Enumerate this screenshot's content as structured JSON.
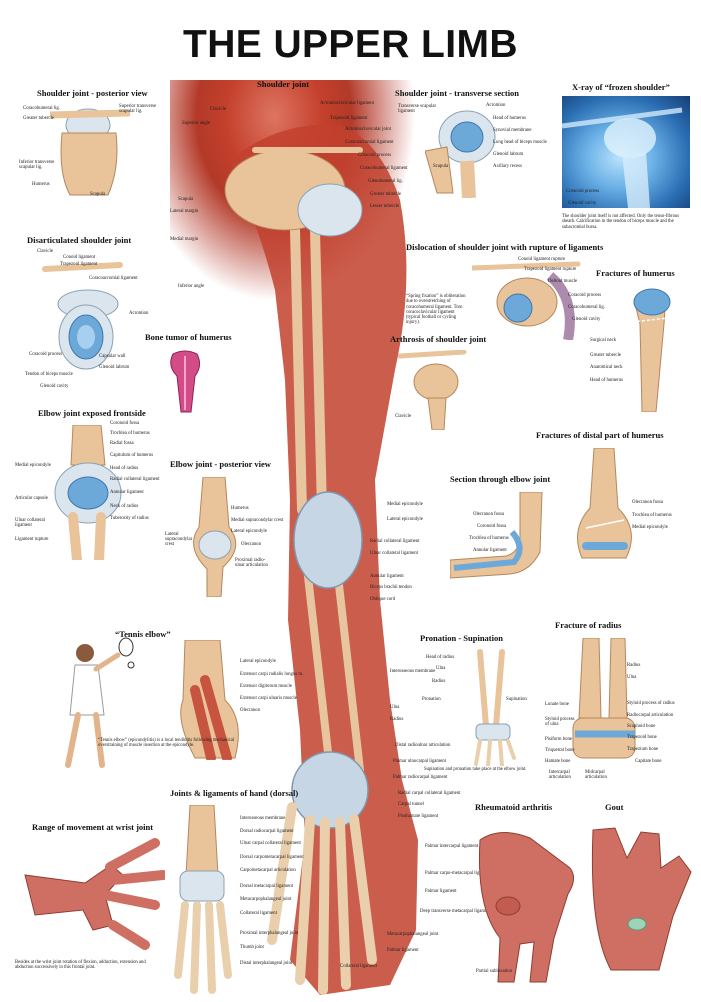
{
  "title": "THE UPPER LIMB",
  "colors": {
    "muscle": "#bf3b2b",
    "bone": "#e9c39a",
    "ligament": "#9bb8cf",
    "cartilage": "#6ca9d9",
    "skin": "#cf6f63"
  },
  "sections": {
    "shoulder_posterior": {
      "title": "Shoulder joint - posterior view",
      "labels": [
        "Coracohumeral lig.",
        "Greater tubercle",
        "Superior transverse scapular lig.",
        "Inferior transverse scapular lig.",
        "Humerus",
        "Scapula"
      ]
    },
    "shoulder_joint": {
      "title": "Shoulder joint",
      "labels": [
        "Clavicle",
        "Superior angle",
        "Acromioclavicular ligament",
        "Trapezoid ligament",
        "Acromioclavicular joint",
        "Coracoacromial ligament",
        "Coracoid process",
        "Coracohumeral ligament",
        "Glenohumeral lig.",
        "Greater tubercle",
        "Lesser tubercle",
        "Scapula",
        "Lateral margin",
        "Medial margin",
        "Inferior angle"
      ]
    },
    "transverse_section": {
      "title": "Shoulder joint - transverse section",
      "labels": [
        "Transverse scapular ligament",
        "Acromion",
        "Head of humerus",
        "Synovial membrane",
        "Long head of biceps muscle",
        "Glenoid labrum",
        "Scapula",
        "Axillary recess"
      ]
    },
    "xray": {
      "title": "X-ray of “frozen shoulder”",
      "labels": [
        "Coracoid process",
        "Glenoid cavity"
      ],
      "note": "The shoulder joint itself is not affected. Only the tenso-fibrous sheath. Calcification in the tendon of biceps muscle and the subacromial bursa."
    },
    "disarticulated": {
      "title": "Disarticulated shoulder joint",
      "labels": [
        "Clavicle",
        "Conoid ligament",
        "Trapezoid ligament",
        "Coracoacromial ligament",
        "Acromion",
        "Coracoid process",
        "Capsular wall",
        "Glenoid labrum",
        "Tendon of biceps muscle",
        "Glenoid cavity"
      ]
    },
    "dislocation": {
      "title": "Dislocation of shoulder joint with rupture of ligaments",
      "labels": [
        "Conoid ligament rupture",
        "Trapezoid ligament rupture",
        "Deltoid muscle",
        "Coracoid process",
        "Coracohumeral lig.",
        "Glenoid cavity"
      ],
      "note": "“Spring fixation” is obliteration due to overstretching of coracohumeral ligament. Torn coracoclavicular ligament (typical football or cycling injury)."
    },
    "fractures_humerus": {
      "title": "Fractures of humerus",
      "labels": [
        "Surgical neck",
        "Greater tubercle",
        "Anatomical neck",
        "Head of humerus"
      ]
    },
    "bone_tumor": {
      "title": "Bone tumor of humerus"
    },
    "arthrosis": {
      "title": "Arthrosis of shoulder joint",
      "labels": [
        "Clavicle"
      ]
    },
    "distal_humerus": {
      "title": "Fractures of distal part of humerus",
      "labels": [
        "Olecranon fossa",
        "Trochlea of humerus",
        "Medial epicondyle"
      ]
    },
    "elbow_front": {
      "title": "Elbow joint exposed frontside",
      "labels": [
        "Coronoid fossa",
        "Trochlea of humerus",
        "Radial fossa",
        "Capitulum of humerus",
        "Head of radius",
        "Radial collateral ligament",
        "Annular ligament",
        "Neck of radius",
        "Tuberosity of radius",
        "Medial epicondyle",
        "Articular capsule",
        "Ulnar collateral ligament",
        "Ligament rupture"
      ]
    },
    "elbow_post": {
      "title": "Elbow joint - posterior view",
      "labels": [
        "Humerus",
        "Medial supracondylar crest",
        "Lateral epicondyle",
        "Olecranon",
        "Lateral supracondylar crest",
        "Proximal radio-ulnar articulation"
      ]
    },
    "section_elbow": {
      "title": "Section through elbow joint",
      "labels": [
        "Olecranon fossa",
        "Coronoid fossa",
        "Trochlea of humerus",
        "Annular ligament"
      ]
    },
    "main_arm": {
      "labels": [
        "Medial epicondyle",
        "Lateral epicondyle",
        "Radial collateral ligament",
        "Ulnar collateral ligament",
        "Annular ligament",
        "Biceps brachii tendon",
        "Oblique cord",
        "Interosseous membrane",
        "Ulna",
        "Radius",
        "Distal radioulnar articulation",
        "Palmar ulnocarpal ligament",
        "Palmar radiocarpal ligament",
        "Radial carpal collateral ligament",
        "Carpal tunnel",
        "Pisohamate ligament",
        "Palmar intercarpal ligament",
        "Palmar carpo-metacarpal ligament",
        "Palmar ligament",
        "Deep transverse metacarpal ligament",
        "Metacarpophalangeal joint",
        "Palmar ligament",
        "Collateral ligament"
      ]
    },
    "tennis_elbow": {
      "title": "“Tennis elbow”",
      "labels": [
        "Lateral epicondyle",
        "Extensor carpi radialis longus m.",
        "Extensor digitorum muscle",
        "Extensor carpi ulnaris muscle",
        "Olecranon"
      ],
      "note": "“Tennis elbow” (epicondylitis) is a local tendinitis following mechanical overstraining of muscle insertion at the epicondyle."
    },
    "pronation": {
      "title": "Pronation - Supination",
      "labels": [
        "Head of radius",
        "Ulna",
        "Radius",
        "Pronation",
        "Supination"
      ],
      "note": "Supination and pronation take place at the elbow joint."
    },
    "fracture_radius": {
      "title": "Fracture of radius",
      "labels": [
        "Radius",
        "Ulna",
        "Lunate bone",
        "Styloid process of radius",
        "Radiocarpal articulation",
        "Scaphoid bone",
        "Styloid process of ulna",
        "Pisiform bone",
        "Triquetral bone",
        "Hamate bone",
        "Trapezoid bone",
        "Trapezium bone",
        "Capitate bone",
        "Intercarpal articulation",
        "Midcarpal articulation"
      ]
    },
    "hand_dorsal": {
      "title": "Joints & ligaments of hand (dorsal)",
      "labels": [
        "Interosseous membrane",
        "Dorsal radiocarpal ligament",
        "Ulnar carpal collateral ligament",
        "Dorsal carpometacarpal ligament",
        "Carpometacarpal articulation",
        "Dorsal metacarpal ligament",
        "Metacarpophalangeal joint",
        "Collateral ligament",
        "Proximal interphalangeal joint",
        "Thumb joint",
        "Distal interphalangeal joint"
      ]
    },
    "wrist_range": {
      "title": "Range of movement at wrist joint",
      "note": "Besides at the wrist joint rotation of flexion, adduction, extension and abduction successively in this frontal joint."
    },
    "rheumatoid": {
      "title": "Rheumatoid arthritis",
      "labels": [
        "Partial subluxation"
      ]
    },
    "gout": {
      "title": "Gout"
    }
  }
}
